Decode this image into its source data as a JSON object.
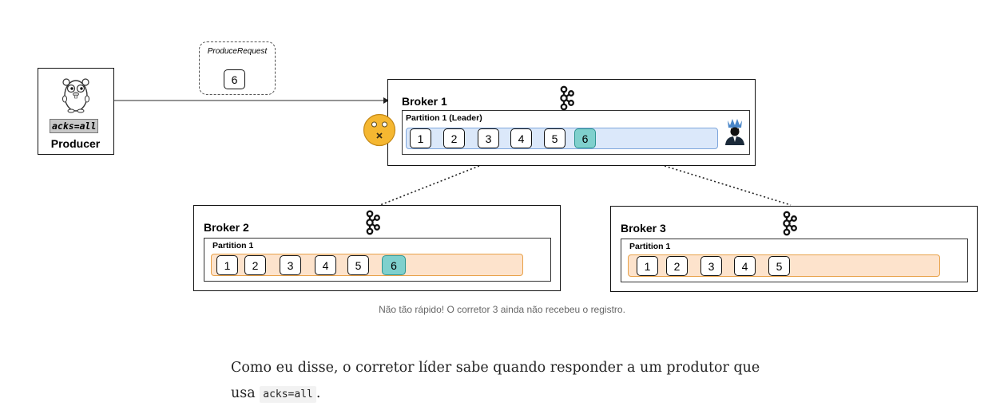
{
  "producer": {
    "label": "Producer",
    "acks": "acks=all"
  },
  "request": {
    "label": "ProduceRequest",
    "record": "6"
  },
  "broker1": {
    "title": "Broker 1",
    "partition": "Partition 1 (Leader)",
    "records": [
      "1",
      "2",
      "3",
      "4",
      "5",
      "6"
    ]
  },
  "broker2": {
    "title": "Broker 2",
    "partition": "Partition 1",
    "records": [
      "1",
      "2",
      "3",
      "4",
      "5",
      "6"
    ]
  },
  "broker3": {
    "title": "Broker 3",
    "partition": "Partition 1",
    "records": [
      "1",
      "2",
      "3",
      "4",
      "5"
    ]
  },
  "caption": "Não tão rápido! O corretor 3 ainda não recebeu o registro.",
  "article": {
    "line1": "Como eu disse, o corretor líder sabe quando responder a um produtor que",
    "line2_pre": "usa ",
    "line2_code": "acks=all",
    "line2_post": "."
  },
  "icons": [
    "gopher-icon",
    "kafka-icon",
    "confused-face-icon",
    "crowned-leader-icon"
  ],
  "colors": {
    "leader_track": "#dbe8fa",
    "follower_track": "#fde3cc",
    "new_record": "#7fd0cd",
    "face": "#f5b731"
  }
}
